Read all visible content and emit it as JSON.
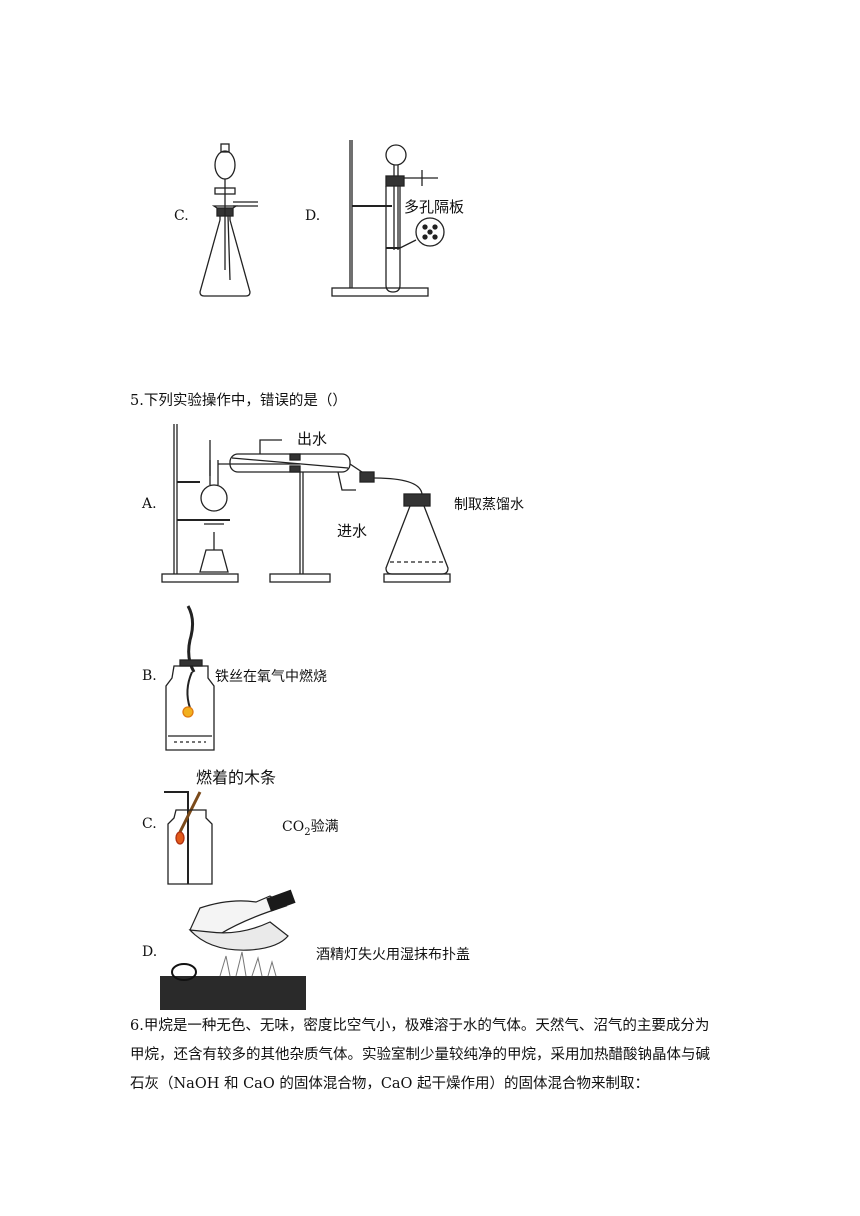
{
  "q4_options": {
    "C": {
      "label": "C."
    },
    "D": {
      "label": "D.",
      "annotation": "多孔隔板"
    }
  },
  "q5": {
    "stem": "5.下列实验操作中，错误的是（）",
    "A": {
      "label": "A.",
      "caption": "制取蒸馏水",
      "water_out": "出水",
      "water_in": "进水"
    },
    "B": {
      "label": "B.",
      "caption": "铁丝在氧气中燃烧"
    },
    "C": {
      "label": "C.",
      "caption_pre": "CO",
      "caption_sub": "2",
      "caption_post": "验满",
      "stick_label": "燃着的木条"
    },
    "D": {
      "label": "D.",
      "caption": "酒精灯失火用湿抹布扑盖"
    }
  },
  "q6": {
    "lines": [
      "6.甲烷是一种无色、无味，密度比空气小，极难溶于水的气体。天然气、沼气的主要成分为",
      "甲烷，还含有较多的其他杂质气体。实验室制少量较纯净的甲烷，采用加热醋酸钠晶体与碱",
      "石灰（NaOH 和 CaO 的固体混合物，CaO 起干燥作用）的固体混合物来制取："
    ]
  }
}
